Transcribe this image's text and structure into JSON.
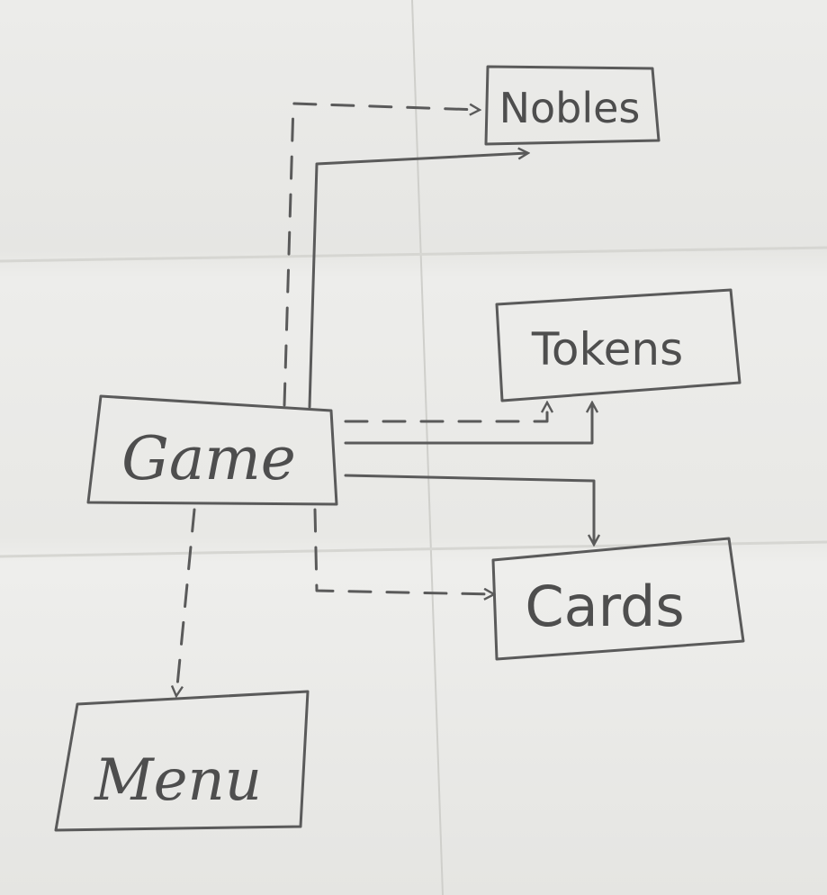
{
  "nodes": {
    "nobles": {
      "label": "Nobles"
    },
    "tokens": {
      "label": "Tokens"
    },
    "game": {
      "label": "Game"
    },
    "cards": {
      "label": "Cards"
    },
    "menu": {
      "label": "Menu"
    }
  },
  "edges": [
    {
      "from": "game",
      "to": "nobles",
      "style": "dashed"
    },
    {
      "from": "game",
      "to": "nobles",
      "style": "solid"
    },
    {
      "from": "game",
      "to": "tokens",
      "style": "dashed"
    },
    {
      "from": "game",
      "to": "tokens",
      "style": "solid"
    },
    {
      "from": "game",
      "to": "cards",
      "style": "solid"
    },
    {
      "from": "game",
      "to": "cards",
      "style": "dashed"
    },
    {
      "from": "game",
      "to": "menu",
      "style": "dashed"
    }
  ],
  "colors": {
    "pencil": "#5a5a5a",
    "paper": "#ebebe8",
    "fold": "#cfcfcb"
  }
}
